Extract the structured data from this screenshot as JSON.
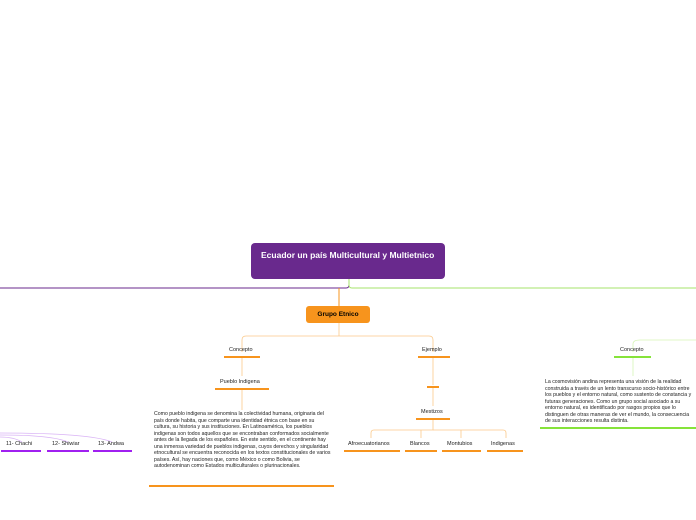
{
  "root": {
    "title": "Ecuador un país Multicultural y Multietnico"
  },
  "hub": {
    "label": "Grupo Etnico"
  },
  "left_branch": {
    "concepto": "Concepto",
    "pueblo": "Pueblo Indigena",
    "paragraph": "Como pueblo indigena se denomina la colectividad humana, originaria del país donde habita, que comparte una identidad étnica con base en su cultura, su historia y sus instituciones. En Latinoamérica, los pueblos indigenas son todos aquellos que se encontraban conformados socialmente antes de la llegada de los españoles. En este sentido, en el continente hay una inmensa variedad de pueblos indigenas, cuyos derechos y singularidad etnocultural se encuentra reconocida en los textos constitucionales de varios países. Así, hay naciones que, como México o como Bolivia, se autodenominan como Estados multiculturales o plurinacionales."
  },
  "middle_branch": {
    "ejemplo": "Ejemplo",
    "mestizos": "Mestizos",
    "children": [
      "Afroecuatorianos",
      "Blancos",
      "Montubios",
      "Indigenas"
    ]
  },
  "right_branch": {
    "concepto": "Concepto",
    "paragraph": "La cosmovisión andina representa una visión de la realidad construida a través de un lento transcurso socio-histórico entre los pueblos y el entorno natural, como sustento de constancia y futuras generaciones. Como un grupo social asociado a su entorno natural, es identificado por rasgos propios que lo distinguen de otras maneras de ver el mundo, la consecuencia de sus interacciones resulta distinta."
  },
  "far_left": {
    "items": [
      "11- Chachi",
      "12- Shiwiar",
      "13- Andwa"
    ]
  },
  "colors": {
    "purple": "#69298d",
    "orange": "#f7941d",
    "green": "#86e33a",
    "violet": "#a020f0"
  }
}
